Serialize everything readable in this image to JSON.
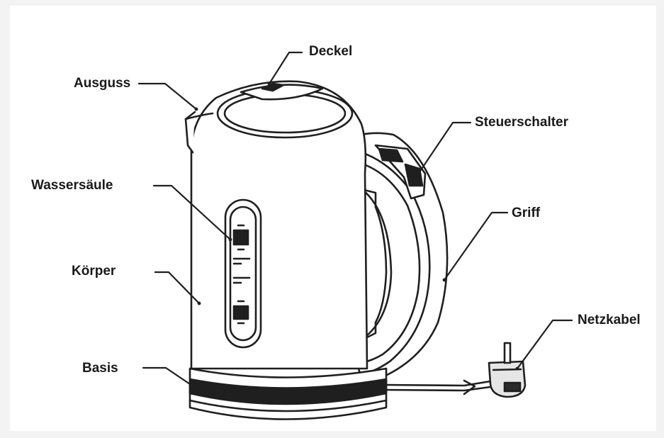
{
  "labels": {
    "deckel": "Deckel",
    "ausguss": "Ausguss",
    "steuerschalter": "Steuerschalter",
    "wassersaeule": "Wassersäule",
    "griff": "Griff",
    "koerper": "Körper",
    "netzkabel": "Netzkabel",
    "basis": "Basis"
  },
  "colors": {
    "line": "#1f1f1f",
    "background": "#ffffff",
    "outer": "#f3f3f3"
  }
}
